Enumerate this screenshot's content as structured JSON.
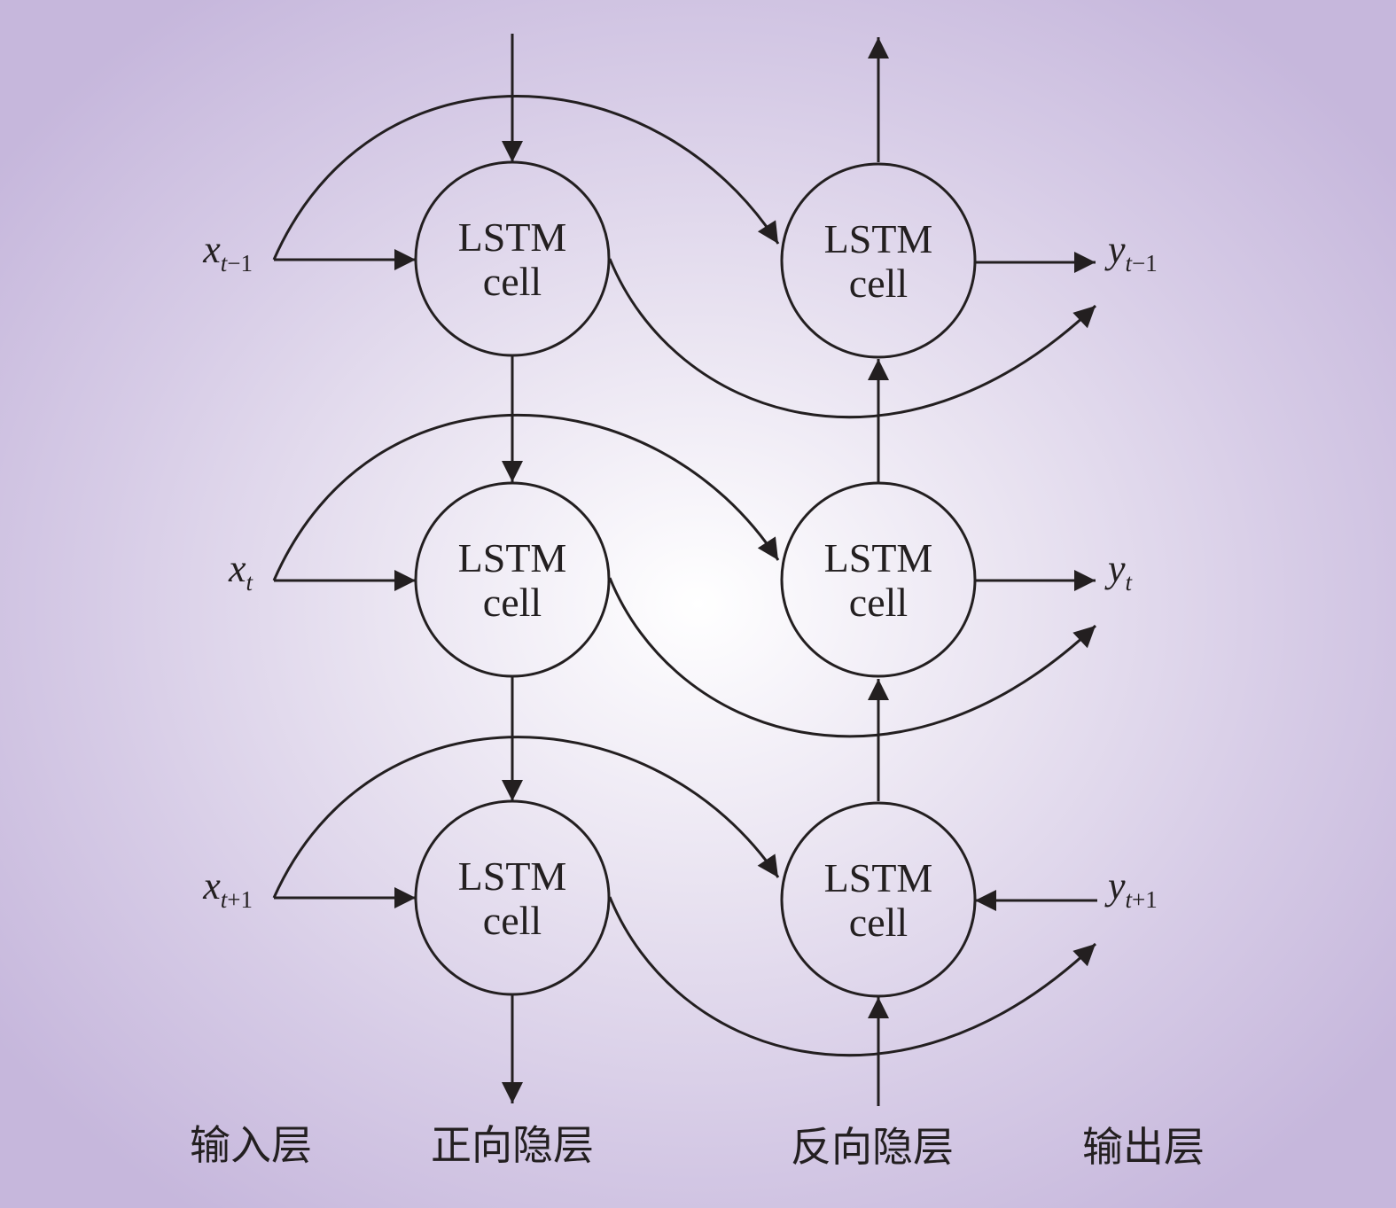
{
  "cells": {
    "line1": "LSTM",
    "line2": "cell"
  },
  "inputs": [
    {
      "var": "x",
      "sub_var": "t",
      "sub_rest": "−1"
    },
    {
      "var": "x",
      "sub_var": "t",
      "sub_rest": ""
    },
    {
      "var": "x",
      "sub_var": "t",
      "sub_rest": "+1"
    }
  ],
  "outputs": [
    {
      "var": "y",
      "sub_var": "t",
      "sub_rest": "−1"
    },
    {
      "var": "y",
      "sub_var": "t",
      "sub_rest": ""
    },
    {
      "var": "y",
      "sub_var": "t",
      "sub_rest": "+1"
    }
  ],
  "layers": {
    "input": "输入层",
    "forward": "正向隐层",
    "backward": "反向隐层",
    "output": "输出层"
  },
  "colors": {
    "stroke": "#231f20",
    "cell_fill": "none"
  }
}
